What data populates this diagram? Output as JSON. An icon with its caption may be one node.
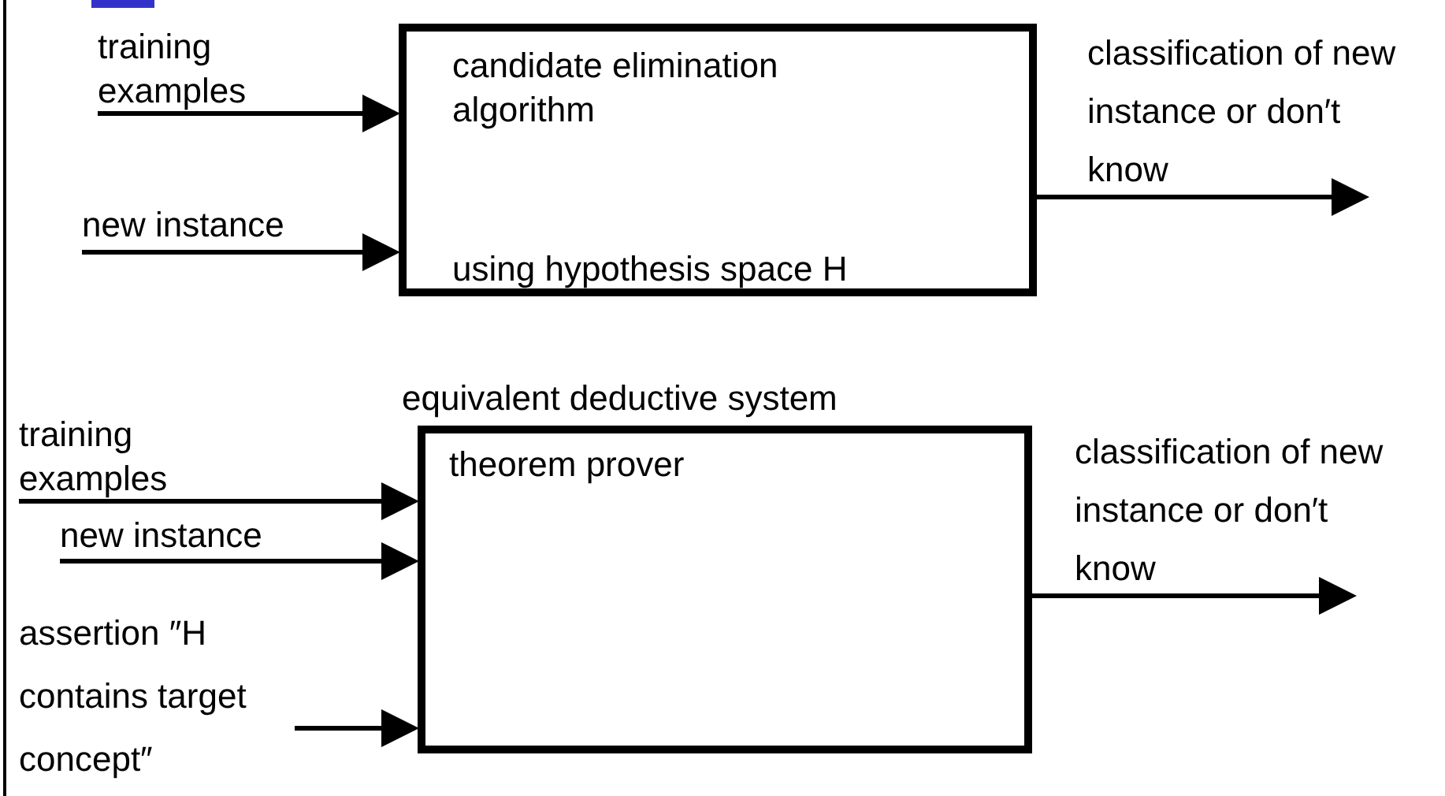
{
  "diagram": {
    "nodes": [
      {
        "text": [
          "training examples"
        ]
      },
      {
        "text": [
          "new instance"
        ]
      },
      {
        "text": [
          "candidate elimination algorithm",
          "using hypothesis space H"
        ]
      },
      {
        "text": [
          "classification of new instance or don′t know"
        ]
      },
      {
        "text": [
          "training examples"
        ]
      },
      {
        "text": [
          "new instance"
        ]
      },
      {
        "text": [
          "assertion ″H contains target concept″"
        ]
      },
      {
        "text": [
          "equivalent deductive system",
          "theorem prover"
        ]
      },
      {
        "text": [
          "classification of new instance or don′t know"
        ]
      }
    ],
    "edges": [
      {
        "from": 0,
        "to": 2,
        "arrow": "to"
      },
      {
        "from": 1,
        "to": 2,
        "arrow": "to"
      },
      {
        "from": 2,
        "to": 3,
        "arrow": "to"
      },
      {
        "from": 4,
        "to": 7,
        "arrow": "to"
      },
      {
        "from": 5,
        "to": 7,
        "arrow": "to"
      },
      {
        "from": 6,
        "to": 7,
        "arrow": "to"
      },
      {
        "from": 7,
        "to": 8,
        "arrow": "to"
      }
    ]
  }
}
